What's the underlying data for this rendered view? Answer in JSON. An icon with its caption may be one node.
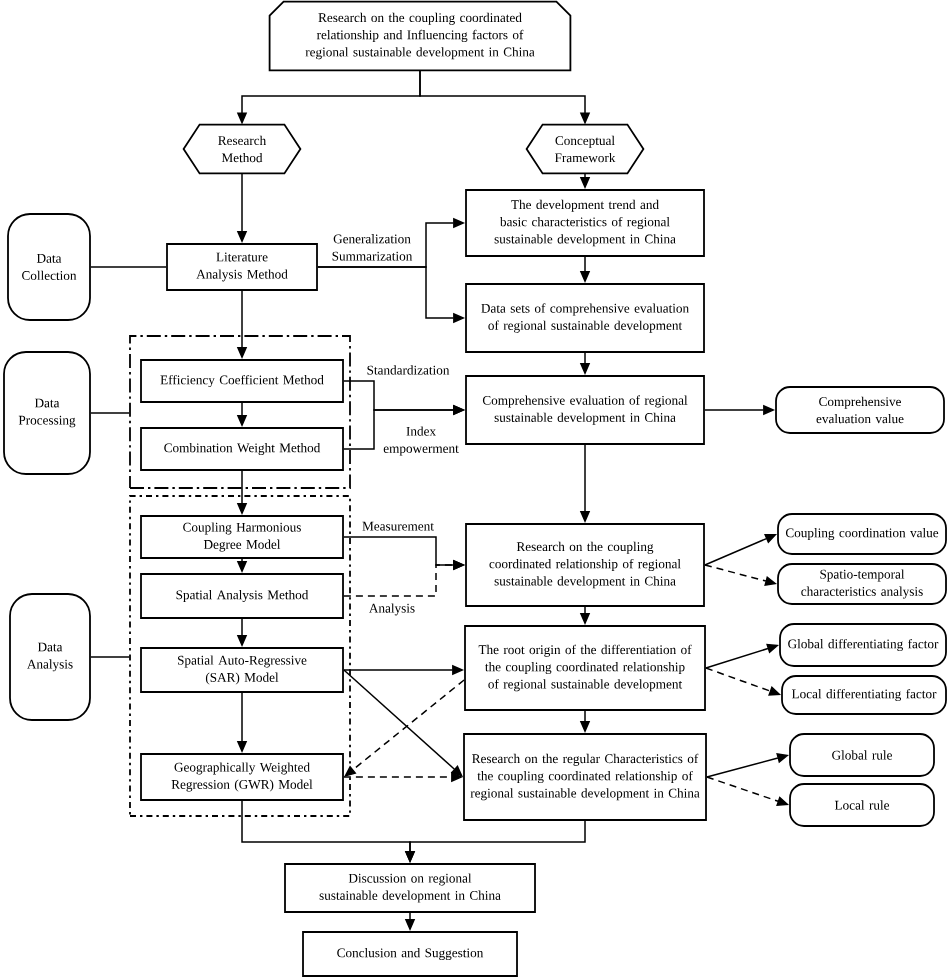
{
  "diagram": {
    "nodes": [
      {
        "text": [
          "Research on the coupling coordinated relationship and Influencing factors of regional sustainable development in China"
        ]
      },
      {
        "text": [
          "Research Method"
        ]
      },
      {
        "text": [
          "Conceptual Framework"
        ]
      },
      {
        "text": [
          "Data Collection"
        ]
      },
      {
        "text": [
          "Literature Analysis Method"
        ]
      },
      {
        "text": [
          "The development trend and basic characteristics of regional sustainable development in China"
        ]
      },
      {
        "text": [
          "Data sets of comprehensive evaluation of regional sustainable development"
        ]
      },
      {
        "text": [
          "Data Processing"
        ]
      },
      {
        "text": [],
        "shape": "box"
      },
      {
        "text": [
          "Efficiency Coefficient Method"
        ],
        "in": 8
      },
      {
        "text": [
          "Combination Weight Method"
        ],
        "in": 8
      },
      {
        "text": [
          "Comprehensive evaluation of regional sustainable development in China"
        ]
      },
      {
        "text": [
          "Comprehensive evaluation value"
        ]
      },
      {
        "text": [],
        "shape": "box"
      },
      {
        "text": [
          "Coupling Harmonious Degree Model"
        ],
        "in": 13
      },
      {
        "text": [
          "Spatial Analysis Method"
        ],
        "in": 13
      },
      {
        "text": [
          "Research on the coupling coordinated relationship of regional sustainable development in China"
        ]
      },
      {
        "text": [
          "Coupling coordination value"
        ]
      },
      {
        "text": [
          "Spatio-temporal characteristics analysis"
        ]
      },
      {
        "text": [
          "Data Analysis"
        ]
      },
      {
        "text": [
          "Spatial Auto-Regressive (SAR) Model"
        ],
        "in": 13
      },
      {
        "text": [
          "The root origin of the differentiation of the coupling coordinated relationship of regional sustainable development"
        ]
      },
      {
        "text": [
          "Global differentiating factor"
        ]
      },
      {
        "text": [
          "Local differentiating factor"
        ]
      },
      {
        "text": [
          "Geographically Weighted Regression (GWR) Model"
        ],
        "in": 13
      },
      {
        "text": [
          "Research on the regular Characteristics of the coupling coordinated relationship of regional sustainable development in China"
        ]
      },
      {
        "text": [
          "Global rule"
        ]
      },
      {
        "text": [
          "Local rule"
        ]
      },
      {
        "text": [
          "Discussion on regional sustainable development in China"
        ]
      },
      {
        "text": [
          "Conclusion and Suggestion"
        ]
      }
    ],
    "edges": [
      {
        "from": 0,
        "to": 1,
        "arrow": "to"
      },
      {
        "from": 0,
        "to": 2,
        "arrow": "to"
      },
      {
        "from": 1,
        "to": 4,
        "arrow": "to"
      },
      {
        "from": 2,
        "to": 5,
        "arrow": "to"
      },
      {
        "from": 3,
        "to": 4,
        "arrow": "none"
      },
      {
        "from": 4,
        "to": 5,
        "arrow": "to",
        "label": "Generalization Summarization"
      },
      {
        "from": 4,
        "to": 6,
        "arrow": "to"
      },
      {
        "from": 5,
        "to": 6,
        "arrow": "to"
      },
      {
        "from": 4,
        "to": 9,
        "arrow": "to"
      },
      {
        "from": 7,
        "to": 8,
        "arrow": "none"
      },
      {
        "from": 9,
        "to": 10,
        "arrow": "to"
      },
      {
        "from": 9,
        "to": 11,
        "arrow": "to",
        "label": "Standardization"
      },
      {
        "from": 10,
        "to": 11,
        "arrow": "to",
        "label": "Index empowerment"
      },
      {
        "from": 6,
        "to": 11,
        "arrow": "to"
      },
      {
        "from": 11,
        "to": 12,
        "arrow": "to"
      },
      {
        "from": 11,
        "to": 16,
        "arrow": "to"
      },
      {
        "from": 10,
        "to": 14,
        "arrow": "to"
      },
      {
        "from": 19,
        "to": 13,
        "arrow": "none"
      },
      {
        "from": 14,
        "to": 15,
        "arrow": "to"
      },
      {
        "from": 15,
        "to": 20,
        "arrow": "to"
      },
      {
        "from": 20,
        "to": 24,
        "arrow": "to"
      },
      {
        "from": 14,
        "to": 16,
        "arrow": "to",
        "label": "Measurement"
      },
      {
        "from": 15,
        "to": 16,
        "arrow": "to",
        "label": "Analysis",
        "style": "dashed"
      },
      {
        "from": 16,
        "to": 17,
        "arrow": "to"
      },
      {
        "from": 16,
        "to": 18,
        "arrow": "to",
        "style": "dashed"
      },
      {
        "from": 16,
        "to": 21,
        "arrow": "to"
      },
      {
        "from": 20,
        "to": 21,
        "arrow": "to"
      },
      {
        "from": 20,
        "to": 25,
        "arrow": "to"
      },
      {
        "from": 21,
        "to": 24,
        "arrow": "to",
        "style": "dashed"
      },
      {
        "from": 24,
        "to": 25,
        "arrow": "to",
        "style": "dashed"
      },
      {
        "from": 21,
        "to": 22,
        "arrow": "to"
      },
      {
        "from": 21,
        "to": 23,
        "arrow": "to",
        "style": "dashed"
      },
      {
        "from": 21,
        "to": 25,
        "arrow": "to"
      },
      {
        "from": 25,
        "to": 26,
        "arrow": "to"
      },
      {
        "from": 25,
        "to": 27,
        "arrow": "to",
        "style": "dashed"
      },
      {
        "from": 24,
        "to": 28,
        "arrow": "to"
      },
      {
        "from": 25,
        "to": 28,
        "arrow": "to"
      },
      {
        "from": 28,
        "to": 29,
        "arrow": "to"
      }
    ]
  }
}
